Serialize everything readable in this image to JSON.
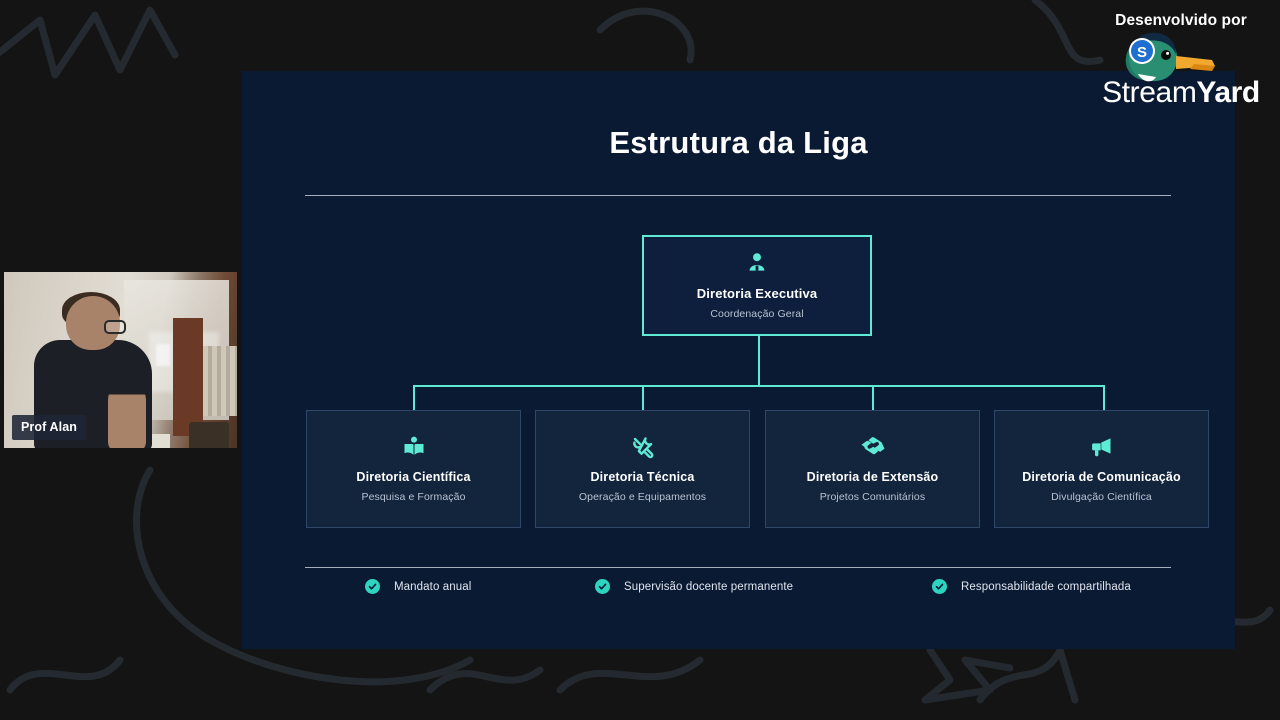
{
  "branding": {
    "caption": "Desenvolvido por",
    "wordmark_light": "Stream",
    "wordmark_bold": "Yard",
    "logo_icon": "streamyard-duck-logo",
    "badge_letter": "S"
  },
  "webcam": {
    "participant_name": "Prof Alan"
  },
  "slide": {
    "title": "Estrutura da Liga",
    "org_chart": {
      "root": {
        "icon": "users-icon",
        "title": "Diretoria Executiva",
        "subtitle": "Coordenação Geral"
      },
      "children": [
        {
          "icon": "book-open-icon",
          "title": "Diretoria Científica",
          "subtitle": "Pesquisa e Formação"
        },
        {
          "icon": "tools-icon",
          "title": "Diretoria Técnica",
          "subtitle": "Operação e Equipamentos"
        },
        {
          "icon": "handshake-icon",
          "title": "Diretoria de Extensão",
          "subtitle": "Projetos Comunitários"
        },
        {
          "icon": "megaphone-icon",
          "title": "Diretoria de Comunicação",
          "subtitle": "Divulgação Científica"
        }
      ]
    },
    "footer_items": [
      {
        "icon": "check-circle-icon",
        "label": "Mandato anual"
      },
      {
        "icon": "check-circle-icon",
        "label": "Supervisão docente permanente"
      },
      {
        "icon": "check-circle-icon",
        "label": "Responsabilidade compartilhada"
      }
    ]
  },
  "colors": {
    "page_background": "#141414",
    "slide_background": "#0B1A33",
    "accent_teal": "#5EEAD4",
    "check_teal": "#2DD4BF",
    "card_background": "#13243D",
    "card_border": "#2E4668",
    "divider": "#C2C9D4",
    "title_text": "#FFFFFF",
    "subtitle_text": "#B9C3D2"
  }
}
